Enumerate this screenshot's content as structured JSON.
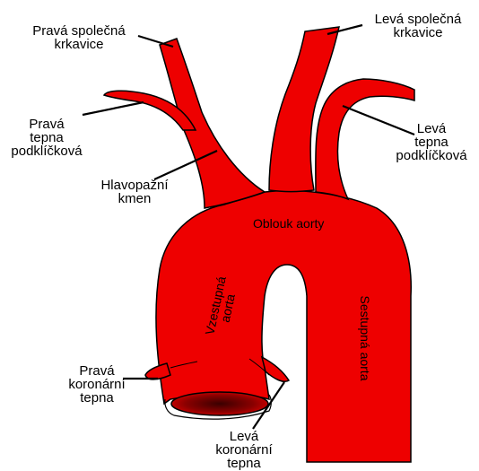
{
  "labels": {
    "right_common_carotid": "Pravá společná\nkrkavice",
    "left_common_carotid": "Levá společná\nkrkavice",
    "right_subclavian": "Pravá\ntepna\npodklíčková",
    "left_subclavian": "Levá\ntepna\npodklíčková",
    "brachiocephalic": "Hlavopažní\nkmen",
    "aortic_arch": "Oblouk aorty",
    "ascending_aorta": "Vzestupná\naorta",
    "descending_aorta": "Sestupná aorta",
    "right_coronary": "Pravá\nkoronární\ntepna",
    "left_coronary": "Levá\nkoronární\ntepna"
  },
  "colors": {
    "vessel": "#ee0000",
    "vessel_dark": "#7a0000",
    "outline": "#000000"
  }
}
